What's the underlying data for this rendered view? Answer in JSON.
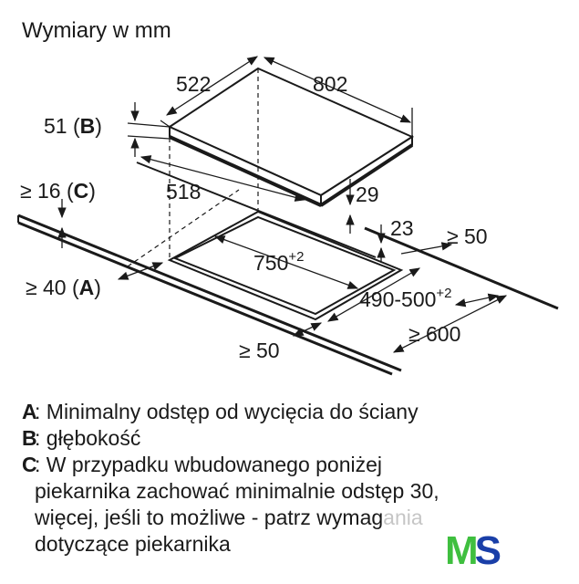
{
  "title": "Wymiary w mm",
  "dimensions": {
    "width_hob": "522",
    "length_hob": "802",
    "depth_b_pre": "51 (",
    "depth_b_key": "B",
    "depth_b_post": ")",
    "gap_c_pre": "≥ 16 (",
    "gap_c_key": "C",
    "gap_c_post": ")",
    "front_518": "518",
    "side_29": "29",
    "side_23": "23",
    "right_50": "≥ 50",
    "cutout_750": "750",
    "cutout_750_tol": "+2",
    "wall_a_pre": "≥ 40 (",
    "wall_a_key": "A",
    "wall_a_post": ")",
    "cutout_490": "490-500",
    "cutout_490_tol": "+2",
    "depth_600": "≥ 600",
    "front_50": "≥ 50"
  },
  "legend": [
    {
      "key": "A",
      "text": ": Minimalny odstęp od wycięcia do ściany"
    },
    {
      "key": "B",
      "text": ": głębokość"
    },
    {
      "key": "C",
      "text": ": W przypadku wbudowanego poniżej\npiekarnika zachować minimalnie odstęp 30,\nwięcej, jeśli to możliwe - patrz wymagania\ndotyczące piekarnika"
    }
  ],
  "logo": {
    "m": "M",
    "s": "S"
  }
}
